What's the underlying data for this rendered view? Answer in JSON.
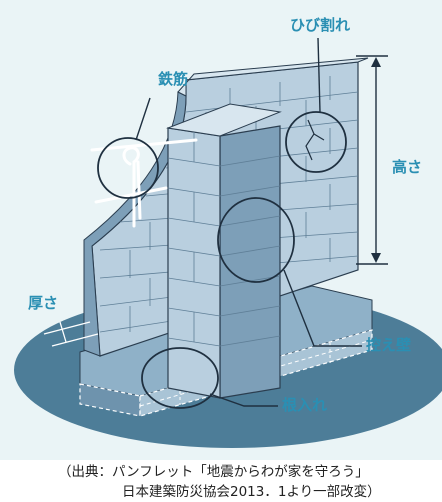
{
  "labels": {
    "rebar": "鉄筋",
    "crack": "ひび割れ",
    "height": "高さ",
    "thickness": "厚さ",
    "buttress": "控え壁",
    "embedment": "根入れ"
  },
  "source": {
    "line1": "（出典：パンフレット「地震からわが家を守ろう」",
    "line2": "日本建築防災協会2013．1より一部改変）"
  },
  "colors": {
    "panel_bg": "#eaf4f6",
    "ground": "#4d7d98",
    "wall_front": "#b9cfdf",
    "wall_side": "#7d9fb8",
    "wall_top": "#d8e6ef",
    "outline": "#2b3e50",
    "label": "#2a8fb3"
  }
}
